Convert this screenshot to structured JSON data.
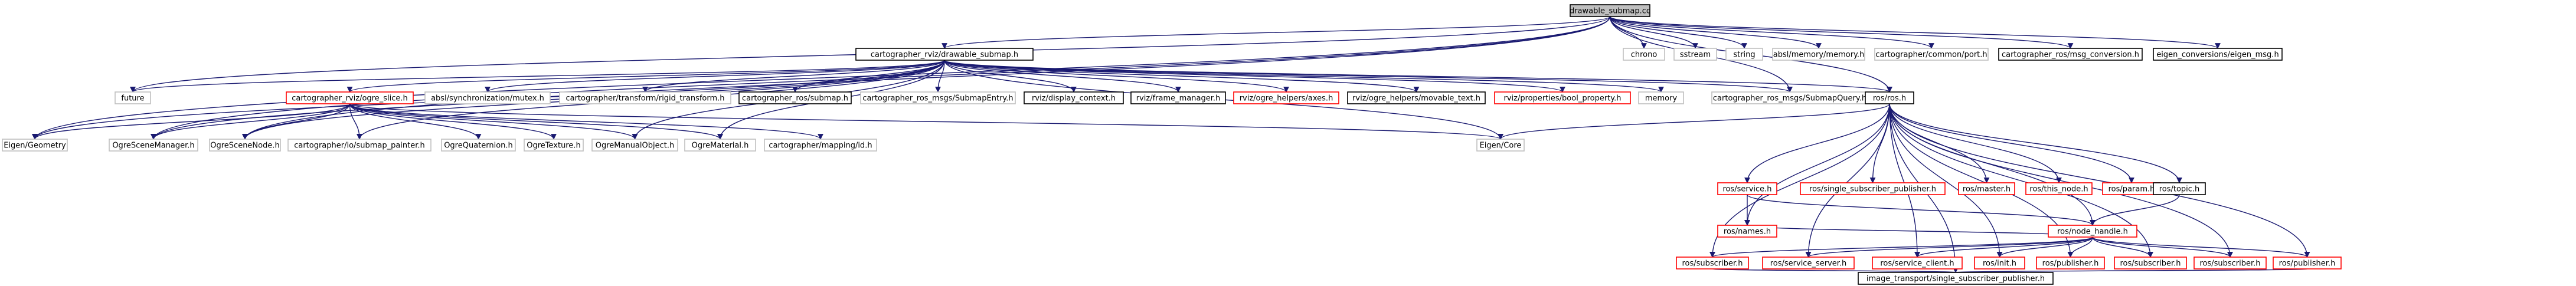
{
  "colors": {
    "edge": "#191970",
    "border_black": "#000000",
    "border_gray": "#bfbfbf",
    "border_red": "#ff0000",
    "root_fill": "#bfbfbf",
    "fill": "#ffffff"
  },
  "nodes": [
    {
      "id": "drawable_submap_cc",
      "label": "drawable_submap.cc",
      "style": "root"
    },
    {
      "id": "drawable_submap_h",
      "label": "cartographer_rviz/drawable_submap.h",
      "style": "black"
    },
    {
      "id": "chrono",
      "label": "chrono",
      "style": "gray"
    },
    {
      "id": "sstream",
      "label": "sstream",
      "style": "gray"
    },
    {
      "id": "string",
      "label": "string",
      "style": "gray"
    },
    {
      "id": "absl_memory",
      "label": "absl/memory/memory.h",
      "style": "gray"
    },
    {
      "id": "port_h",
      "label": "cartographer/common/port.h",
      "style": "gray"
    },
    {
      "id": "msg_conversion",
      "label": "cartographer_ros/msg_conversion.h",
      "style": "black"
    },
    {
      "id": "eigen_conversions",
      "label": "eigen_conversions/eigen_msg.h",
      "style": "black"
    },
    {
      "id": "future",
      "label": "future",
      "style": "gray"
    },
    {
      "id": "ogre_slice",
      "label": "cartographer_rviz/ogre_slice.h",
      "style": "red"
    },
    {
      "id": "absl_mutex",
      "label": "absl/synchronization/mutex.h",
      "style": "gray"
    },
    {
      "id": "rigid_transform",
      "label": "cartographer/transform/rigid_transform.h",
      "style": "gray"
    },
    {
      "id": "ros_submap",
      "label": "cartographer_ros/submap.h",
      "style": "black"
    },
    {
      "id": "submap_entry",
      "label": "cartographer_ros_msgs/SubmapEntry.h",
      "style": "gray"
    },
    {
      "id": "display_context",
      "label": "rviz/display_context.h",
      "style": "black"
    },
    {
      "id": "frame_manager",
      "label": "rviz/frame_manager.h",
      "style": "black"
    },
    {
      "id": "ogre_axes",
      "label": "rviz/ogre_helpers/axes.h",
      "style": "red"
    },
    {
      "id": "movable_text",
      "label": "rviz/ogre_helpers/movable_text.h",
      "style": "black"
    },
    {
      "id": "bool_property",
      "label": "rviz/properties/bool_property.h",
      "style": "red"
    },
    {
      "id": "memory",
      "label": "memory",
      "style": "gray"
    },
    {
      "id": "submap_query",
      "label": "cartographer_ros_msgs/SubmapQuery.h",
      "style": "gray"
    },
    {
      "id": "ros_h",
      "label": "ros/ros.h",
      "style": "black"
    },
    {
      "id": "eigen_geometry",
      "label": "Eigen/Geometry",
      "style": "gray"
    },
    {
      "id": "ogre_scene_manager",
      "label": "OgreSceneManager.h",
      "style": "gray"
    },
    {
      "id": "ogre_scene_node",
      "label": "OgreSceneNode.h",
      "style": "gray"
    },
    {
      "id": "submap_painter",
      "label": "cartographer/io/submap_painter.h",
      "style": "gray"
    },
    {
      "id": "ogre_quaternion",
      "label": "OgreQuaternion.h",
      "style": "gray"
    },
    {
      "id": "ogre_texture",
      "label": "OgreTexture.h",
      "style": "gray"
    },
    {
      "id": "ogre_manual_object",
      "label": "OgreManualObject.h",
      "style": "gray"
    },
    {
      "id": "ogre_material",
      "label": "OgreMaterial.h",
      "style": "gray"
    },
    {
      "id": "mapping_id",
      "label": "cartographer/mapping/id.h",
      "style": "gray"
    },
    {
      "id": "eigen_core",
      "label": "Eigen/Core",
      "style": "gray"
    },
    {
      "id": "ros_service",
      "label": "ros/service.h",
      "style": "red"
    },
    {
      "id": "single_sub_pub_ros",
      "label": "ros/single_subscriber_publisher.h",
      "style": "red"
    },
    {
      "id": "ros_master",
      "label": "ros/master.h",
      "style": "red"
    },
    {
      "id": "ros_this_node",
      "label": "ros/this_node.h",
      "style": "red"
    },
    {
      "id": "ros_param",
      "label": "ros/param.h",
      "style": "red"
    },
    {
      "id": "ros_topic",
      "label": "ros/topic.h",
      "style": "black"
    },
    {
      "id": "ros_names",
      "label": "ros/names.h",
      "style": "red"
    },
    {
      "id": "node_handle",
      "label": "ros/node_handle.h",
      "style": "red"
    },
    {
      "id": "subscriber_a",
      "label": "ros/subscriber.h",
      "style": "red"
    },
    {
      "id": "service_server",
      "label": "ros/service_server.h",
      "style": "red"
    },
    {
      "id": "service_client",
      "label": "ros/service_client.h",
      "style": "red"
    },
    {
      "id": "ros_init",
      "label": "ros/init.h",
      "style": "red"
    },
    {
      "id": "ros_publisher_a",
      "label": "ros/publisher.h",
      "style": "red"
    },
    {
      "id": "subscriber_b",
      "label": "ros/subscriber.h",
      "style": "red"
    },
    {
      "id": "subscriber_c",
      "label": "ros/subscriber.h",
      "style": "red"
    },
    {
      "id": "ros_publisher_b",
      "label": "ros/publisher.h",
      "style": "red"
    },
    {
      "id": "image_transport_sub_pub",
      "label": "image_transport/single_subscriber_publisher.h",
      "style": "black"
    }
  ],
  "edges": [
    [
      "drawable_submap_cc",
      "drawable_submap_h"
    ],
    [
      "drawable_submap_cc",
      "chrono"
    ],
    [
      "drawable_submap_cc",
      "sstream"
    ],
    [
      "drawable_submap_cc",
      "string"
    ],
    [
      "drawable_submap_cc",
      "absl_memory"
    ],
    [
      "drawable_submap_cc",
      "port_h"
    ],
    [
      "drawable_submap_cc",
      "msg_conversion"
    ],
    [
      "drawable_submap_cc",
      "eigen_conversions"
    ],
    [
      "drawable_submap_cc",
      "future"
    ],
    [
      "drawable_submap_cc",
      "eigen_geometry"
    ],
    [
      "drawable_submap_cc",
      "ros_h"
    ],
    [
      "drawable_submap_cc",
      "submap_query"
    ],
    [
      "drawable_submap_cc",
      "ogre_scene_manager"
    ],
    [
      "drawable_submap_cc",
      "ogre_scene_node"
    ],
    [
      "drawable_submap_h",
      "future"
    ],
    [
      "drawable_submap_h",
      "ogre_slice"
    ],
    [
      "drawable_submap_h",
      "absl_mutex"
    ],
    [
      "drawable_submap_h",
      "rigid_transform"
    ],
    [
      "drawable_submap_h",
      "ros_submap"
    ],
    [
      "drawable_submap_h",
      "submap_entry"
    ],
    [
      "drawable_submap_h",
      "display_context"
    ],
    [
      "drawable_submap_h",
      "frame_manager"
    ],
    [
      "drawable_submap_h",
      "ogre_axes"
    ],
    [
      "drawable_submap_h",
      "movable_text"
    ],
    [
      "drawable_submap_h",
      "bool_property"
    ],
    [
      "drawable_submap_h",
      "memory"
    ],
    [
      "drawable_submap_h",
      "submap_query"
    ],
    [
      "drawable_submap_h",
      "ros_h"
    ],
    [
      "drawable_submap_h",
      "eigen_geometry"
    ],
    [
      "drawable_submap_h",
      "ogre_scene_manager"
    ],
    [
      "drawable_submap_h",
      "ogre_scene_node"
    ],
    [
      "drawable_submap_h",
      "ogre_manual_object"
    ],
    [
      "drawable_submap_h",
      "ogre_material"
    ],
    [
      "drawable_submap_h",
      "eigen_core"
    ],
    [
      "drawable_submap_h",
      "submap_painter"
    ],
    [
      "ogre_slice",
      "eigen_geometry"
    ],
    [
      "ogre_slice",
      "ogre_scene_manager"
    ],
    [
      "ogre_slice",
      "ogre_scene_node"
    ],
    [
      "ogre_slice",
      "submap_painter"
    ],
    [
      "ogre_slice",
      "ogre_quaternion"
    ],
    [
      "ogre_slice",
      "ogre_texture"
    ],
    [
      "ogre_slice",
      "ogre_manual_object"
    ],
    [
      "ogre_slice",
      "ogre_material"
    ],
    [
      "ogre_slice",
      "mapping_id"
    ],
    [
      "ogre_slice",
      "eigen_core"
    ],
    [
      "ros_h",
      "eigen_core"
    ],
    [
      "ros_h",
      "ros_service"
    ],
    [
      "ros_h",
      "single_sub_pub_ros"
    ],
    [
      "ros_h",
      "ros_master"
    ],
    [
      "ros_h",
      "ros_this_node"
    ],
    [
      "ros_h",
      "ros_param"
    ],
    [
      "ros_h",
      "ros_topic"
    ],
    [
      "ros_h",
      "ros_names"
    ],
    [
      "ros_h",
      "node_handle"
    ],
    [
      "ros_h",
      "subscriber_a"
    ],
    [
      "ros_h",
      "service_server"
    ],
    [
      "ros_h",
      "service_client"
    ],
    [
      "ros_h",
      "ros_init"
    ],
    [
      "ros_h",
      "ros_publisher_a"
    ],
    [
      "ros_h",
      "subscriber_b"
    ],
    [
      "ros_h",
      "subscriber_c"
    ],
    [
      "ros_h",
      "ros_publisher_b"
    ],
    [
      "ros_h",
      "image_transport_sub_pub"
    ],
    [
      "ros_service",
      "ros_names"
    ],
    [
      "ros_service",
      "node_handle"
    ],
    [
      "ros_topic",
      "node_handle"
    ],
    [
      "node_handle",
      "subscriber_a"
    ],
    [
      "node_handle",
      "service_server"
    ],
    [
      "node_handle",
      "service_client"
    ],
    [
      "node_handle",
      "ros_init"
    ],
    [
      "node_handle",
      "ros_publisher_a"
    ],
    [
      "node_handle",
      "subscriber_b"
    ],
    [
      "node_handle",
      "subscriber_c"
    ],
    [
      "node_handle",
      "ros_publisher_b"
    ],
    [
      "node_handle",
      "ros_names"
    ],
    [
      "ros_publisher_b",
      "image_transport_sub_pub"
    ],
    [
      "subscriber_a",
      "image_transport_sub_pub"
    ]
  ]
}
